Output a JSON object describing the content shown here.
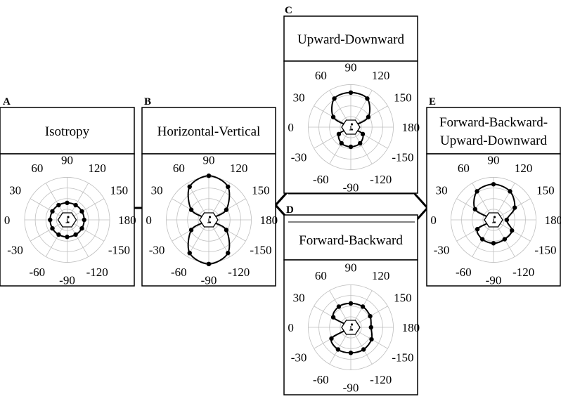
{
  "angle_labels": [
    "0",
    "30",
    "60",
    "90",
    "120",
    "150",
    "180",
    "-150",
    "-120",
    "-90",
    "-60",
    "-30"
  ],
  "colors": {
    "line": "#000000",
    "grid": "#bfbfbf",
    "frame": "#000000",
    "background": "#ffffff"
  },
  "center_icon": "person-in-hexagon-icon",
  "panels": [
    {
      "id": "A",
      "letter": "A",
      "title_lines": [
        "Isotropy"
      ],
      "radii": [
        0.32,
        0.32,
        0.32,
        0.32,
        0.32,
        0.32,
        0.32,
        0.32,
        0.32,
        0.32,
        0.32,
        0.32
      ],
      "markers": [
        1,
        1,
        1,
        1,
        1,
        1,
        1,
        1,
        1,
        1,
        1,
        1
      ]
    },
    {
      "id": "B",
      "letter": "B",
      "title_lines": [
        "Horizontal-Vertical"
      ],
      "radii": [
        0.05,
        0.38,
        0.72,
        0.83,
        0.72,
        0.38,
        0.05,
        0.38,
        0.72,
        0.83,
        0.72,
        0.38
      ],
      "markers": [
        0,
        1,
        1,
        1,
        1,
        1,
        0,
        1,
        1,
        1,
        1,
        1
      ]
    },
    {
      "id": "C",
      "letter": "C",
      "title_lines": [
        "Upward-Downward"
      ],
      "radii": [
        0.05,
        0.38,
        0.62,
        0.65,
        0.62,
        0.38,
        0.05,
        0.26,
        0.35,
        0.37,
        0.35,
        0.26
      ],
      "markers": [
        0,
        1,
        1,
        1,
        1,
        1,
        0,
        1,
        1,
        1,
        1,
        1
      ]
    },
    {
      "id": "D",
      "letter": "D",
      "title_lines": [
        "Forward-Backward"
      ],
      "radii": [
        0.05,
        0.38,
        0.45,
        0.45,
        0.45,
        0.42,
        0.38,
        0.45,
        0.48,
        0.48,
        0.48,
        0.42
      ],
      "markers": [
        0,
        1,
        1,
        1,
        1,
        1,
        1,
        1,
        1,
        1,
        1,
        1
      ]
    },
    {
      "id": "E",
      "letter": "E",
      "title_lines": [
        "Forward-Backward-",
        "Upward-Downward"
      ],
      "radii": [
        0.05,
        0.4,
        0.62,
        0.67,
        0.62,
        0.46,
        0.25,
        0.4,
        0.42,
        0.44,
        0.42,
        0.35
      ],
      "markers": [
        0,
        1,
        1,
        1,
        1,
        1,
        1,
        1,
        1,
        1,
        1,
        1
      ]
    }
  ]
}
